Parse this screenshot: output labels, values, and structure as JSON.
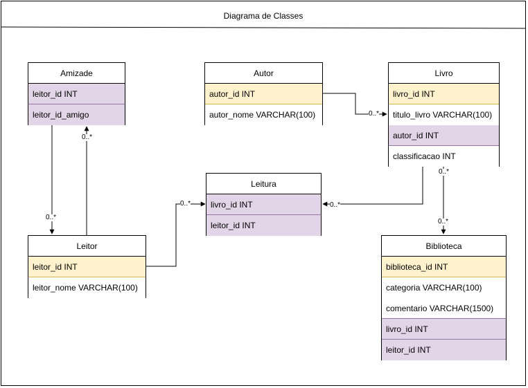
{
  "diagram": {
    "title": "Diagrama de Classes"
  },
  "classes": {
    "amizade": {
      "name": "Amizade",
      "fields": [
        "leitor_id INT",
        "leitor_id_amigo"
      ]
    },
    "autor": {
      "name": "Autor",
      "fields": [
        "autor_id INT",
        "autor_nome VARCHAR(100)"
      ]
    },
    "livro": {
      "name": "Livro",
      "fields": [
        "livro_id INT",
        "titulo_livro VARCHAR(100)",
        "autor_id INT",
        "classificacao INT"
      ]
    },
    "leitura": {
      "name": "Leitura",
      "fields": [
        "livro_id INT",
        "leitor_id INT"
      ]
    },
    "leitor": {
      "name": "Leitor",
      "fields": [
        "leitor_id INT",
        "leitor_nome VARCHAR(100)"
      ]
    },
    "biblioteca": {
      "name": "Biblioteca",
      "fields": [
        "biblioteca_id INT",
        "categoria VARCHAR(100)",
        "comentario VARCHAR(1500)",
        "livro_id INT",
        "leitor_id INT"
      ]
    }
  },
  "multiplicities": {
    "autor_livro": "0..*",
    "amizade_leitor": "0..*",
    "leitor_amizade": "0..*",
    "leitor_leitura": "0..*",
    "livro_leitura": "0..*",
    "livro_biblioteca_source": "0..*",
    "livro_biblioteca_target": "0..*"
  },
  "colors": {
    "primary_key_fill": "#fff2cc",
    "primary_key_stroke": "#d6b656",
    "foreign_key_fill": "#e1d5e7",
    "foreign_key_stroke": "#9673a6"
  }
}
